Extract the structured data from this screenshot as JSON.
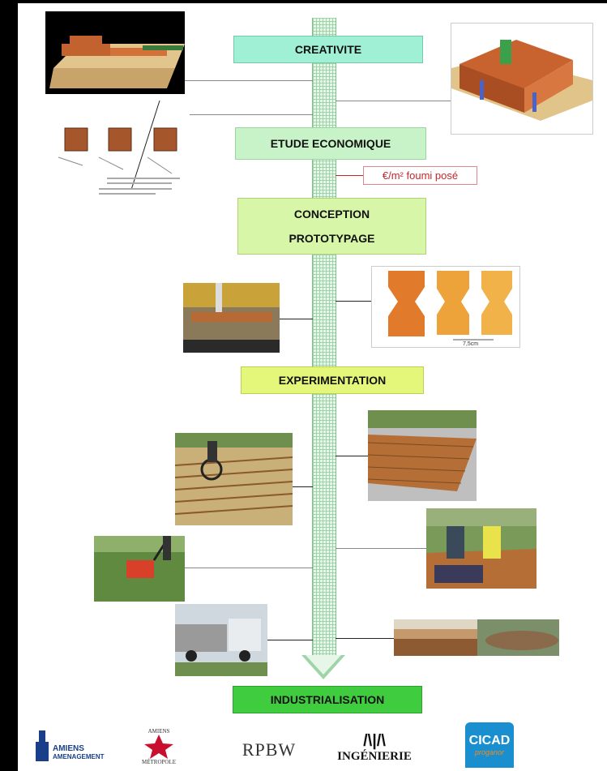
{
  "steps": {
    "creativite": "CREATIVITE",
    "etude": "ETUDE ECONOMIQUE",
    "conception_line1": "CONCEPTION",
    "conception_line2": "PROTOTYPAGE",
    "experimentation": "EXPERIMENTATION",
    "industrialisation": "INDUSTRIALISATION"
  },
  "cost_label": "€/m² foumi posé",
  "prototype_dimension": "7,5cm",
  "logos": {
    "amiens_amenagement": {
      "line1": "AMIENS",
      "line2": "AMENAGEMENT"
    },
    "amiens_metropole": {
      "top": "AMIENS",
      "bottom": "MÉTROPOLE"
    },
    "rpbw": "RPBW",
    "aia": {
      "mark": "/\\|/\\",
      "word": "INGÉNIERIE"
    },
    "cicad": {
      "name": "CICAD",
      "sub": "proganor"
    }
  },
  "colors": {
    "creativite": "#9ff0d4",
    "etude": "#c8f3c9",
    "conception": "#d7f6a8",
    "experimentation": "#e5f77a",
    "industrialisation": "#3fcc3f",
    "brick": "#c8622e"
  }
}
